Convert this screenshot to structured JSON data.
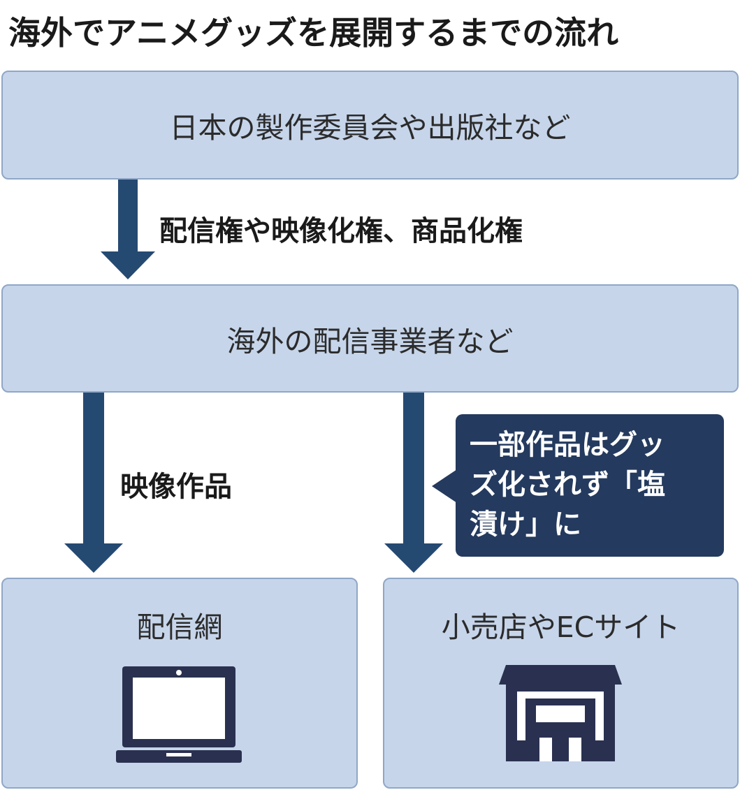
{
  "title": "海外でアニメグッズを展開するまでの流れ",
  "nodes": {
    "top": "日本の製作委員会や出版社など",
    "middle": "海外の配信事業者など",
    "bottom_left": "配信網",
    "bottom_right": "小売店やECサイト"
  },
  "edges": {
    "rights": "配信権や映像化権、商品化権",
    "video": "映像作品"
  },
  "callout": {
    "text": [
      "一部作品はグッ",
      "ズ化されず「塩",
      "漬け」に"
    ]
  },
  "icons": {
    "bottom_left": "laptop-icon",
    "bottom_right": "storefront-icon"
  },
  "colors": {
    "box_fill": "#c6d5ea",
    "box_border": "#8fa7c6",
    "arrow": "#254a72",
    "callout": "#243a5e",
    "icon": "#2a3150"
  }
}
